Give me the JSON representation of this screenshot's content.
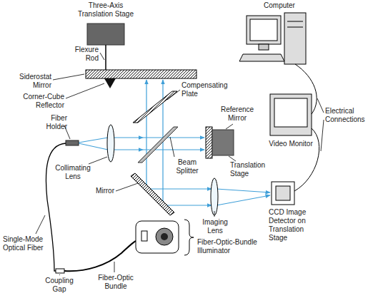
{
  "diagram": {
    "labels": [
      "Three-Axis Translation Stage",
      "Computer",
      "Flexure Rod",
      "Siderostat Mirror",
      "Corner-Cube Reflector",
      "Compensating Plate",
      "Fiber Holder",
      "Reference Mirror",
      "Electrical Connections",
      "Video Monitor",
      "Collimating Lens",
      "Beam Splitter",
      "Translation Stage",
      "Mirror",
      "CCD Image Detector on Translation Stage",
      "Imaging Lens",
      "Fiber-Optic-Bundle Illuminator",
      "Single-Mode Optical Fiber",
      "Coupling Gap",
      "Fiber-Optic Bundle"
    ]
  }
}
